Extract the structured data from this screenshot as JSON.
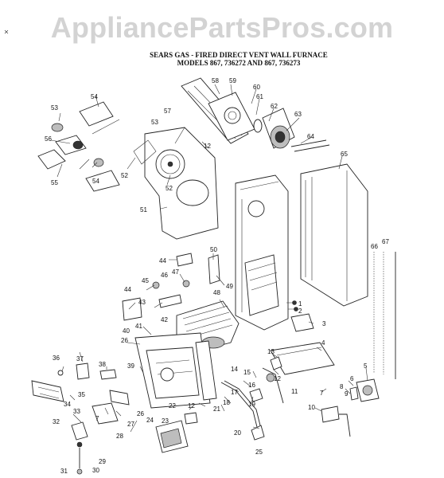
{
  "watermark": "AppliancePartsPros.com",
  "title": {
    "line1": "SEARS GAS - FIRED DIRECT VENT WALL FURNACE",
    "line2": "MODELS 867, 736272 AND 867, 736273"
  },
  "part_numbers": [
    "1",
    "2",
    "3",
    "4",
    "5",
    "6",
    "7",
    "7",
    "8",
    "9",
    "10",
    "11",
    "12",
    "12",
    "12",
    "13",
    "14",
    "15",
    "16",
    "17",
    "18",
    "19",
    "20",
    "21",
    "22",
    "23",
    "24",
    "25",
    "26",
    "26",
    "27",
    "28",
    "29",
    "30",
    "31",
    "32",
    "33",
    "34",
    "35",
    "36",
    "37",
    "38",
    "39",
    "40",
    "41",
    "42",
    "43",
    "44",
    "44",
    "45",
    "46",
    "47",
    "48",
    "49",
    "50",
    "51",
    "52",
    "52",
    "53",
    "53",
    "54",
    "54",
    "55",
    "56",
    "57",
    "58",
    "59",
    "60",
    "61",
    "62",
    "63",
    "64",
    "65",
    "66",
    "67"
  ]
}
